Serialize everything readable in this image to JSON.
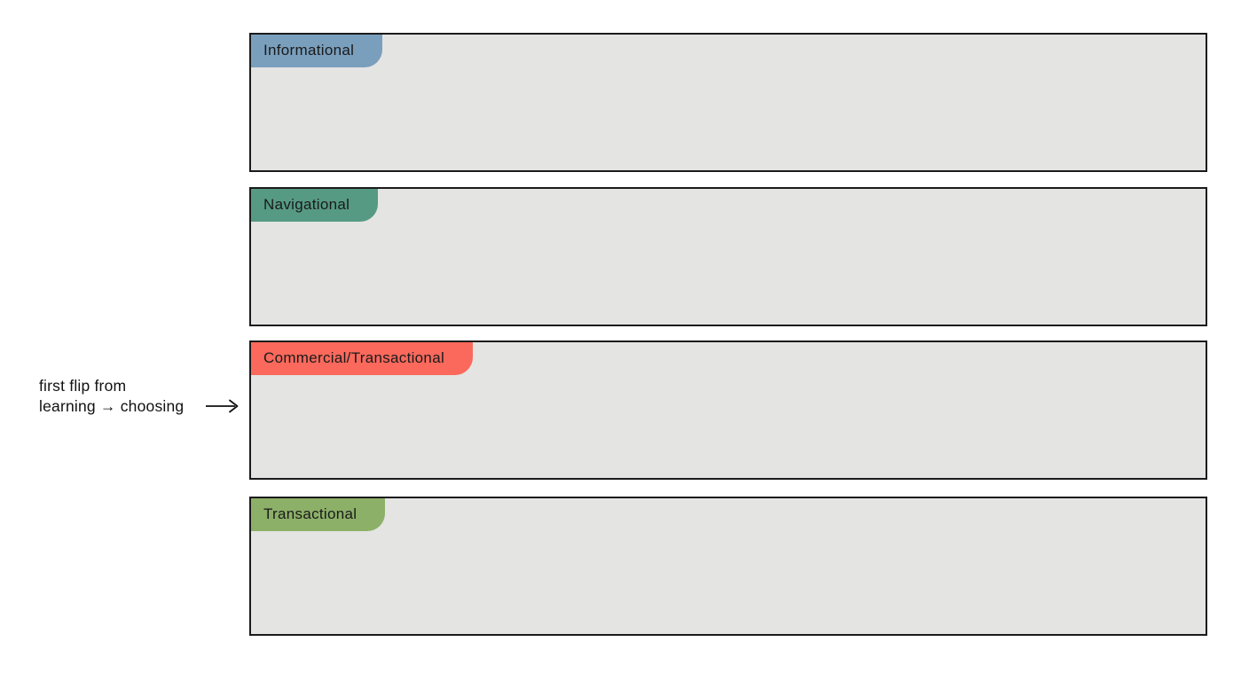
{
  "diagram": {
    "annotation": {
      "line1": "first flip from",
      "line2": "learning → choosing",
      "arrow_icon": "long-right-arrow"
    },
    "panels": [
      {
        "id": "informational",
        "label": "Informational",
        "color": "#7a9fbd"
      },
      {
        "id": "navigational",
        "label": "Navigational",
        "color": "#569a84"
      },
      {
        "id": "commercial-transactional",
        "label": "Commercial/Transactional",
        "color": "#fa695c"
      },
      {
        "id": "transactional",
        "label": "Transactional",
        "color": "#8cb068"
      }
    ],
    "panel_background": "#e4e4e3",
    "border_color": "#1b1b1b",
    "text_color": "#1a1a1a"
  }
}
